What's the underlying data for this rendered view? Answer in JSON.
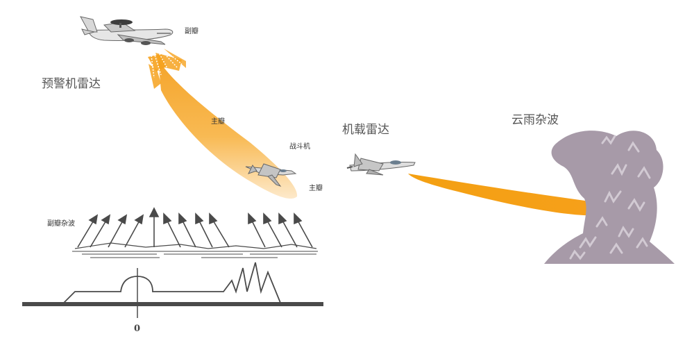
{
  "labels": {
    "awacs_radar": "预警机雷达",
    "airborne_radar": "机载雷达",
    "cloud_clutter": "云雨杂波",
    "fighter": "战斗机",
    "main_lobe_upper": "主瓣",
    "main_lobe_lower": "主瓣",
    "side_lobe": "副瓣",
    "side_lobe_clutter": "副瓣杂波",
    "zero": "0"
  },
  "colors": {
    "beam": "#f6a21e",
    "beam_fade": "#fde3b8",
    "cloud": "#a79aa8",
    "cloud_streak": "#d2cad3",
    "line": "#444444",
    "ground": "#4a4a4a",
    "label": "#555555"
  }
}
